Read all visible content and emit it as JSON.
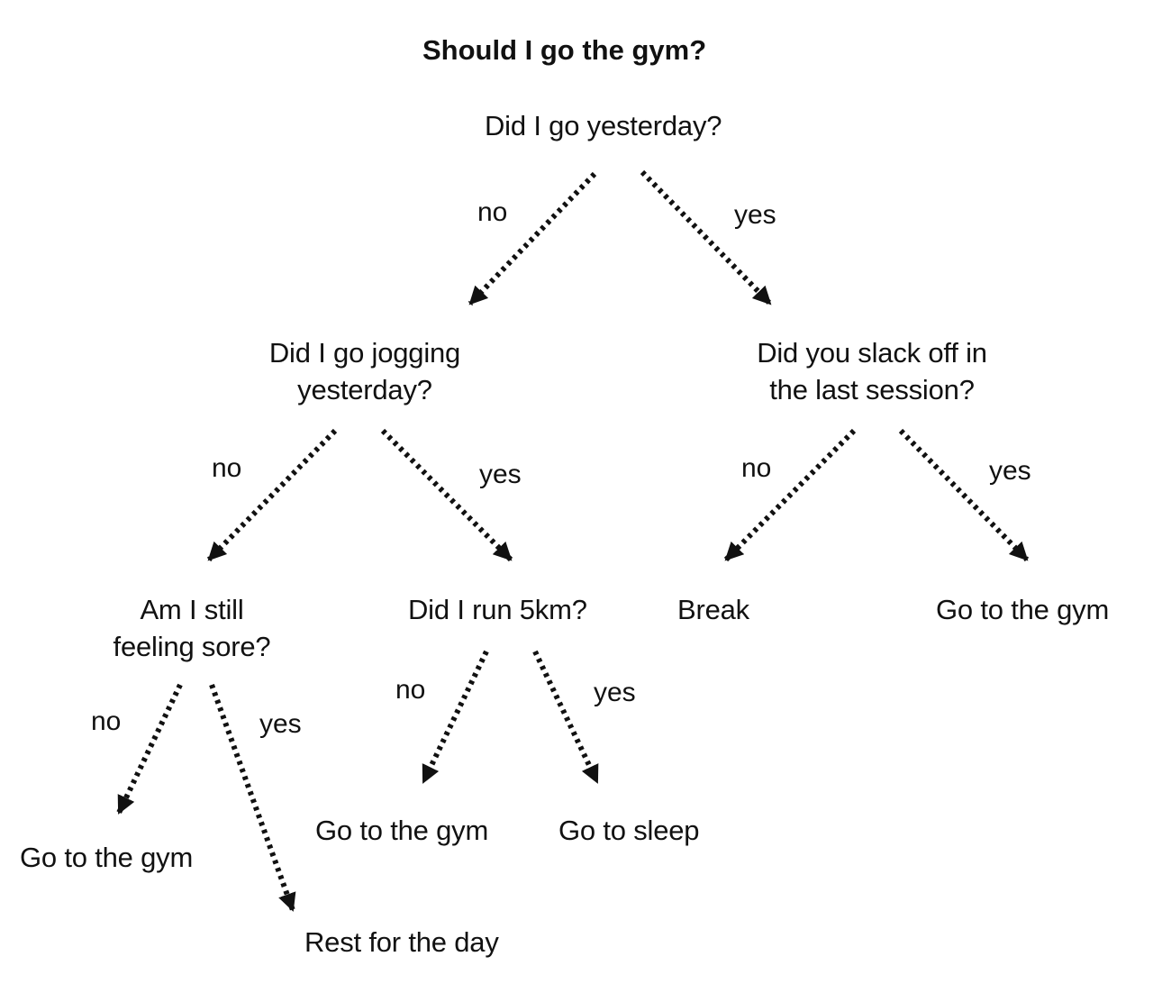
{
  "title": "Should I go the gym?",
  "nodes": {
    "root": "Did I go yesterday?",
    "jogging": "Did I go jogging\nyesterday?",
    "slack": "Did you slack off in\nthe last session?",
    "sore": "Am I still\nfeeling sore?",
    "run5k": "Did I run 5km?",
    "break": "Break",
    "gym_right": "Go to the gym",
    "gym_sore": "Go to the gym",
    "rest": "Rest for the day",
    "gym_run": "Go to the gym",
    "sleep": "Go to sleep"
  },
  "edges": {
    "root_no": "no",
    "root_yes": "yes",
    "jog_no": "no",
    "jog_yes": "yes",
    "slack_no": "no",
    "slack_yes": "yes",
    "sore_no": "no",
    "sore_yes": "yes",
    "run_no": "no",
    "run_yes": "yes"
  }
}
